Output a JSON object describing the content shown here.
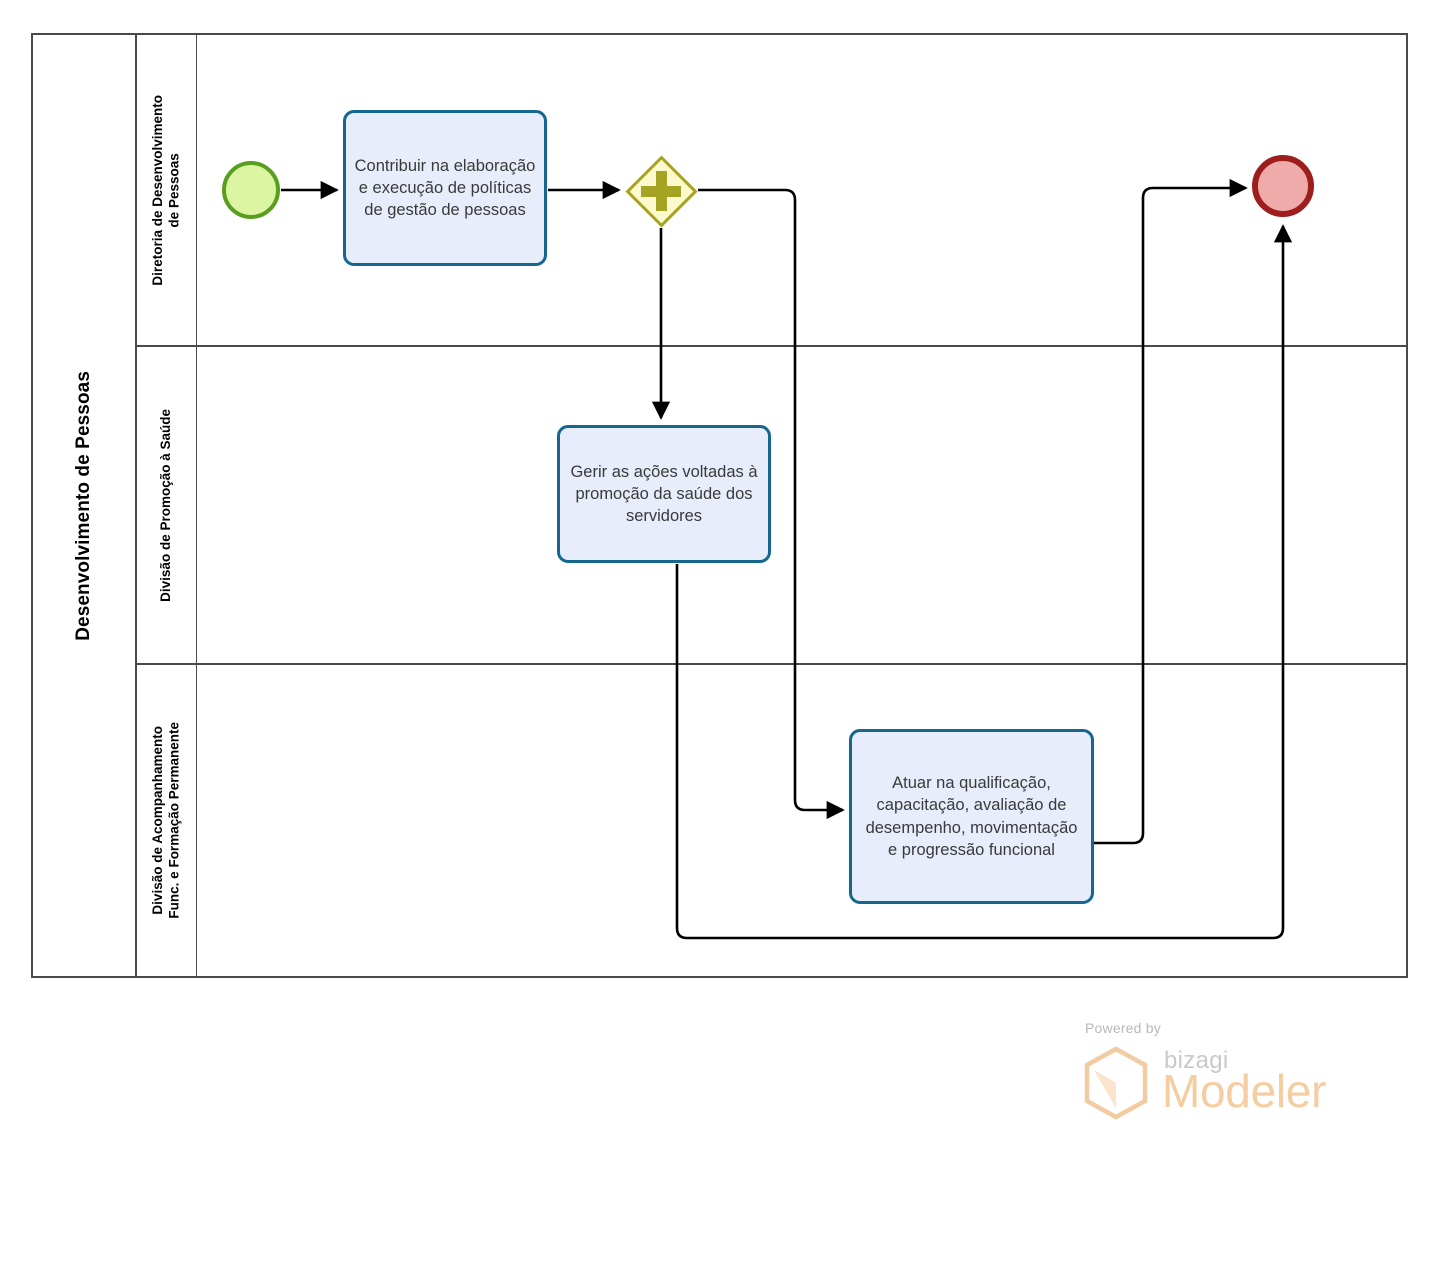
{
  "diagram": {
    "type": "bpmn-process-diagram",
    "pool": {
      "name": "Desenvolvimento de Pessoas"
    },
    "lanes": [
      {
        "id": "lane-diretoria",
        "name": "Diretoria de Desenvolvimento\nde Pessoas"
      },
      {
        "id": "lane-promocao-saude",
        "name": "Divisão de Promoção à Saúde"
      },
      {
        "id": "lane-acompanhamento",
        "name": "Divisão de Acompanhamento\nFunc. e Formação Permanente"
      }
    ],
    "events": {
      "start": {
        "name": "start-event",
        "lane": "lane-diretoria"
      },
      "end": {
        "name": "end-event",
        "lane": "lane-diretoria"
      }
    },
    "gateway": {
      "name": "parallel-gateway",
      "symbol": "plus",
      "lane": "lane-diretoria"
    },
    "tasks": [
      {
        "id": "task-politicas",
        "label": "Contribuir na elaboração e execução de políticas de gestão de pessoas",
        "lane": "lane-diretoria"
      },
      {
        "id": "task-saude",
        "label": "Gerir as ações voltadas à promoção da saúde dos servidores",
        "lane": "lane-promocao-saude"
      },
      {
        "id": "task-qualificacao",
        "label": "Atuar na qualificação, capacitação, avaliação de desempenho, movimentação e progressão funcional",
        "lane": "lane-acompanhamento"
      }
    ],
    "colors": {
      "start_event_fill": "#dcf5a3",
      "start_event_stroke": "#5a9e20",
      "end_event_fill": "#efaaaa",
      "end_event_stroke": "#9e1d1d",
      "gateway_fill": "#fcfacd",
      "gateway_stroke": "#a5a324",
      "task_fill": "#e8edfb",
      "task_stroke": "#15678f",
      "pool_stroke": "#4a4a4a",
      "flow_stroke": "#000000"
    }
  },
  "watermark": {
    "powered_by": "Powered by",
    "brand": "bizagi",
    "product": "Modeler"
  }
}
